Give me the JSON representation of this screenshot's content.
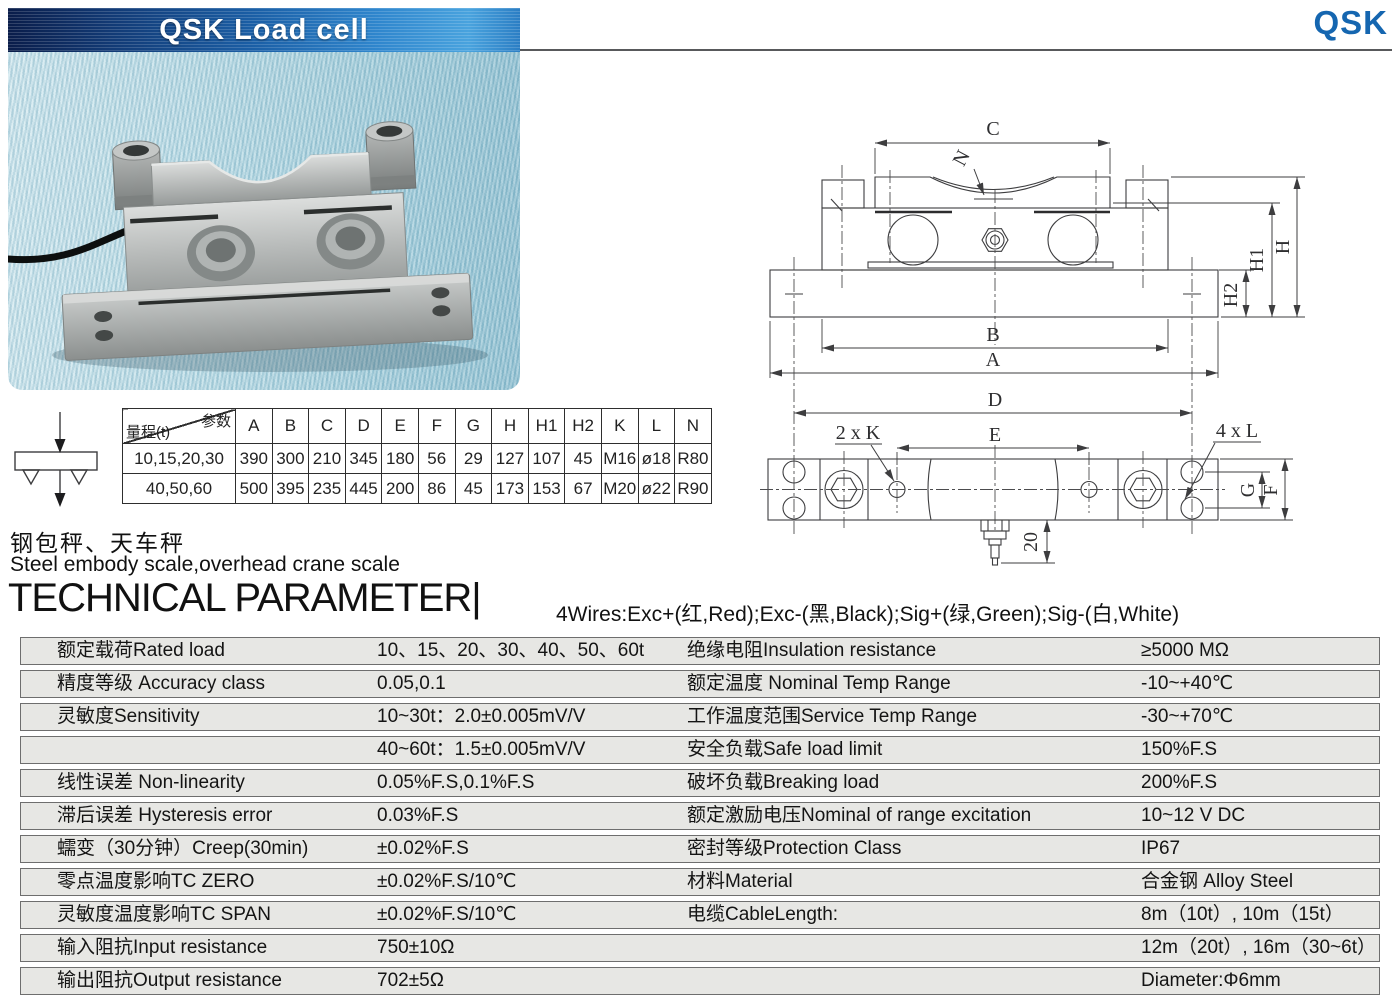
{
  "header": {
    "banner_title": "QSK  Load cell",
    "brand": "QSK",
    "brand_color": "#1566b0"
  },
  "application": {
    "cn": "钢包秤、天车秤",
    "en": "Steel embody scale,overhead crane scale"
  },
  "section": {
    "title": "TECHNICAL PARAMETER|",
    "wires_note": "4Wires:Exc+(红,Red);Exc-(黑,Black);Sig+(绿,Green);Sig-(白,White)"
  },
  "dim_table": {
    "corner_top": "参数",
    "corner_bottom": "量程(t)",
    "columns": [
      "A",
      "B",
      "C",
      "D",
      "E",
      "F",
      "G",
      "H",
      "H1",
      "H2",
      "K",
      "L",
      "N"
    ],
    "rows": [
      {
        "range": "10,15,20,30",
        "values": [
          "390",
          "300",
          "210",
          "345",
          "180",
          "56",
          "29",
          "127",
          "107",
          "45",
          "M16",
          "ø18",
          "R80"
        ]
      },
      {
        "range": "40,50,60",
        "values": [
          "500",
          "395",
          "235",
          "445",
          "200",
          "86",
          "45",
          "173",
          "153",
          "67",
          "M20",
          "ø22",
          "R90"
        ]
      }
    ]
  },
  "drawing": {
    "labels": {
      "C": "C",
      "N": "N",
      "H": "H",
      "H1": "H1",
      "H2": "H2",
      "B": "B",
      "A": "A",
      "D": "D",
      "E": "E",
      "K2": "2 x K",
      "L4": "4 x L",
      "G": "G",
      "F": "F",
      "d20": "20"
    }
  },
  "params": {
    "rows": [
      {
        "left_label": "额定载荷Rated load",
        "left_value": "10、15、20、30、40、50、60t",
        "right_label": "绝缘电阻Insulation resistance",
        "right_value": "≥5000 MΩ"
      },
      {
        "left_label": "精度等级 Accuracy class",
        "left_value": "0.05,0.1",
        "right_label": "额定温度 Nominal Temp Range",
        "right_value": "-10~+40℃"
      },
      {
        "left_label": "灵敏度Sensitivity",
        "left_value": "10~30t：2.0±0.005mV/V",
        "right_label": "工作温度范围Service Temp Range",
        "right_value": "-30~+70℃"
      },
      {
        "left_label": "",
        "left_value": "40~60t：1.5±0.005mV/V",
        "right_label": "安全负载Safe load limit",
        "right_value": "150%F.S"
      },
      {
        "left_label": "线性误差 Non-linearity",
        "left_value": "0.05%F.S,0.1%F.S",
        "right_label": "破坏负载Breaking load",
        "right_value": "200%F.S"
      },
      {
        "left_label": "滞后误差 Hysteresis error",
        "left_value": "0.03%F.S",
        "right_label": "额定激励电压Nominal of range excitation",
        "right_value": "10~12 V DC"
      },
      {
        "left_label": "蠕变（30分钟）Creep(30min)",
        "left_value": "±0.02%F.S",
        "right_label": "密封等级Protection Class",
        "right_value": "IP67"
      },
      {
        "left_label": "零点温度影响TC ZERO",
        "left_value": "±0.02%F.S/10℃",
        "right_label": "材料Material",
        "right_value": "合金钢 Alloy Steel"
      },
      {
        "left_label": "灵敏度温度影响TC SPAN",
        "left_value": "±0.02%F.S/10℃",
        "right_label": "电缆CableLength:",
        "right_value": "8m（10t）, 10m（15t）"
      },
      {
        "left_label": "输入阻抗Input resistance",
        "left_value": "750±10Ω",
        "right_label": "",
        "right_value": "12m（20t）, 16m（30~6t）"
      },
      {
        "left_label": "输出阻抗Output resistance",
        "left_value": "702±5Ω",
        "right_label": "",
        "right_value": "Diameter:Φ6mm"
      }
    ]
  }
}
